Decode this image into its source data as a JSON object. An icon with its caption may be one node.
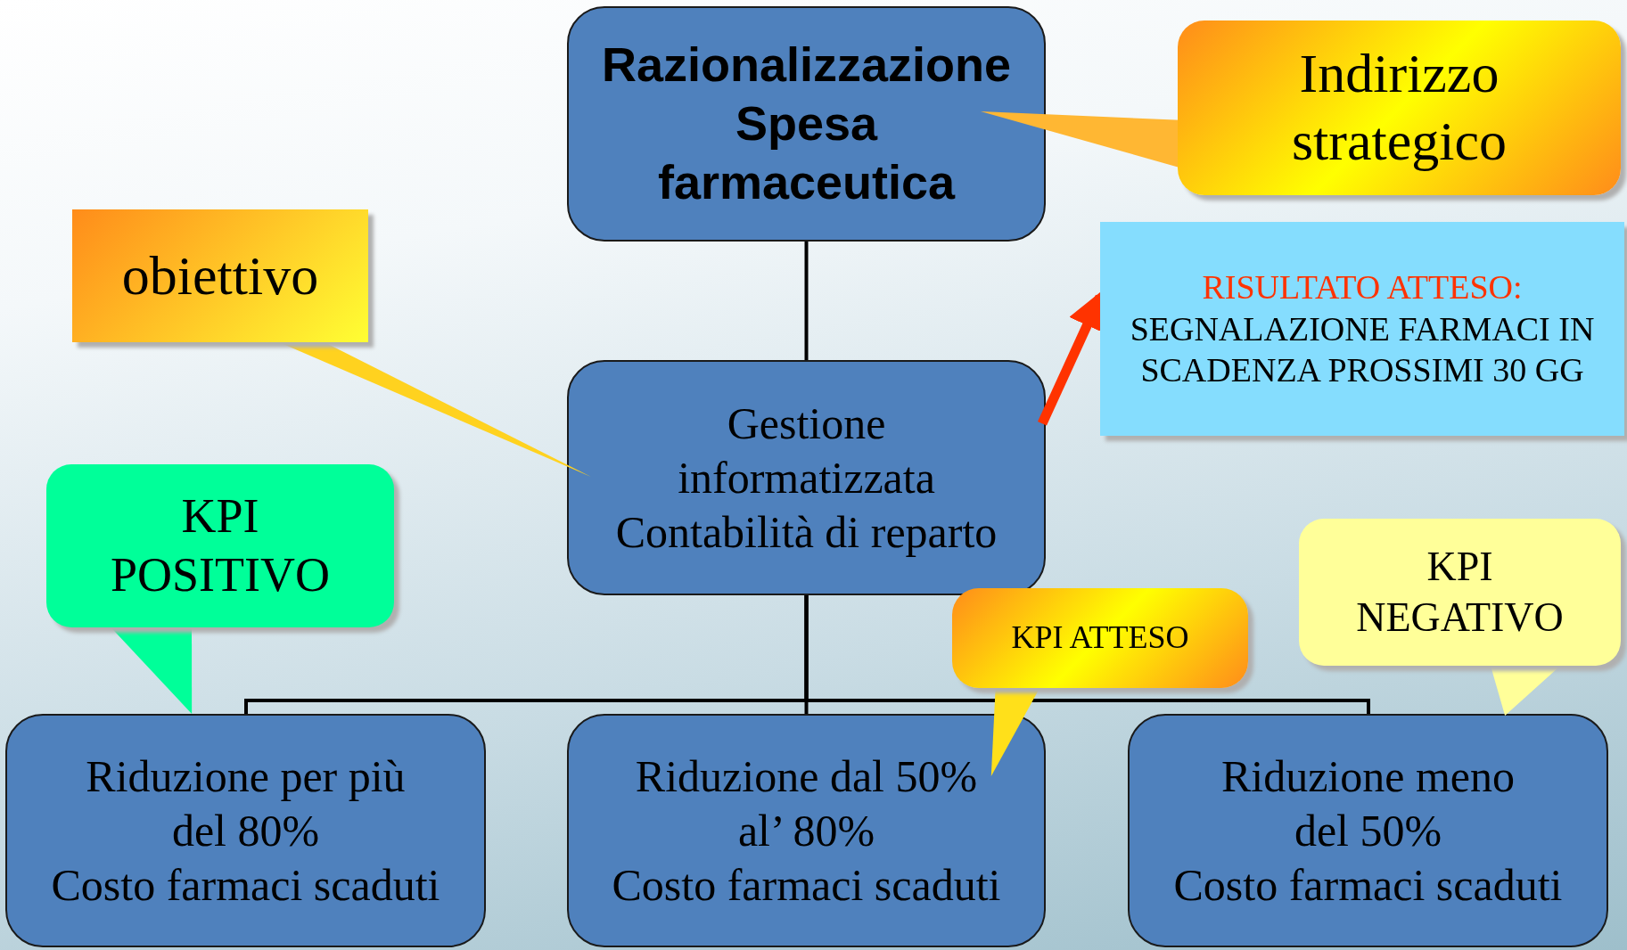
{
  "diagram": {
    "nodes": [
      {
        "text": [
          "Razionalizzazione Spesa farmaceutica"
        ]
      },
      {
        "text": [
          "Gestione informatizzata Contabilità di reparto"
        ]
      },
      {
        "text": [
          "Riduzione per più del 80%",
          "Costo farmaci scaduti"
        ]
      },
      {
        "text": [
          "Riduzione dal 50% al’ 80%",
          "Costo farmaci scaduti"
        ]
      },
      {
        "text": [
          "Riduzione meno del 50%",
          "Costo farmaci scaduti"
        ]
      },
      {
        "text": [
          "Indirizzo strategico"
        ]
      },
      {
        "text": [
          "obiettivo"
        ]
      },
      {
        "text": [
          "RISULTATO ATTESO:",
          "SEGNALAZIONE FARMACI IN SCADENZA PROSSIMI 30 GG"
        ]
      },
      {
        "text": [
          "KPI POSITIVO"
        ]
      },
      {
        "text": [
          "KPI ATTESO"
        ]
      },
      {
        "text": [
          "KPI NEGATIVO"
        ]
      }
    ],
    "edges": [
      {
        "from": 0,
        "to": 1,
        "arrow": "none"
      },
      {
        "from": 1,
        "to": 2,
        "arrow": "none"
      },
      {
        "from": 1,
        "to": 3,
        "arrow": "none"
      },
      {
        "from": 1,
        "to": 4,
        "arrow": "none"
      },
      {
        "from": 1,
        "to": 7,
        "arrow": "to",
        "style": "thick",
        "color": "#ff3300"
      },
      {
        "from": 5,
        "to": 0,
        "arrow": "none"
      },
      {
        "from": 6,
        "to": 1,
        "arrow": "none"
      },
      {
        "from": 8,
        "to": 2,
        "arrow": "to"
      },
      {
        "from": 9,
        "to": 3,
        "arrow": "to"
      },
      {
        "from": 10,
        "to": 4,
        "arrow": "to"
      }
    ]
  }
}
